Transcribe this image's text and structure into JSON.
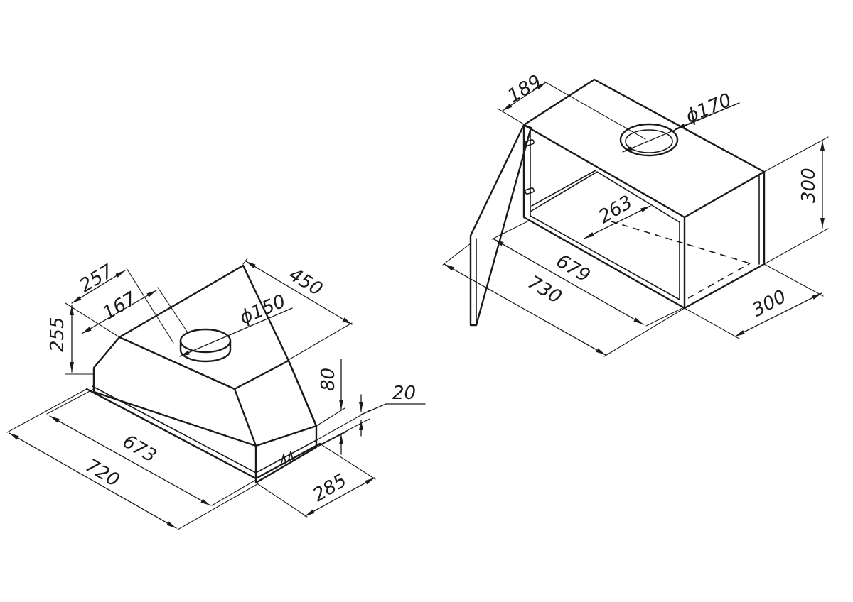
{
  "diagram": {
    "hood_dimensions": {
      "d257": "257",
      "d167": "167",
      "d450": "450",
      "phi150": "ϕ150",
      "d255": "255",
      "d80": "80",
      "d20": "20",
      "d673": "673",
      "d720": "720",
      "d285": "285"
    },
    "cabinet_dimensions": {
      "d189": "189",
      "phi170": "ϕ170",
      "d300_height": "300",
      "d263": "263",
      "d679": "679",
      "d730": "730",
      "d300_depth": "300"
    }
  }
}
